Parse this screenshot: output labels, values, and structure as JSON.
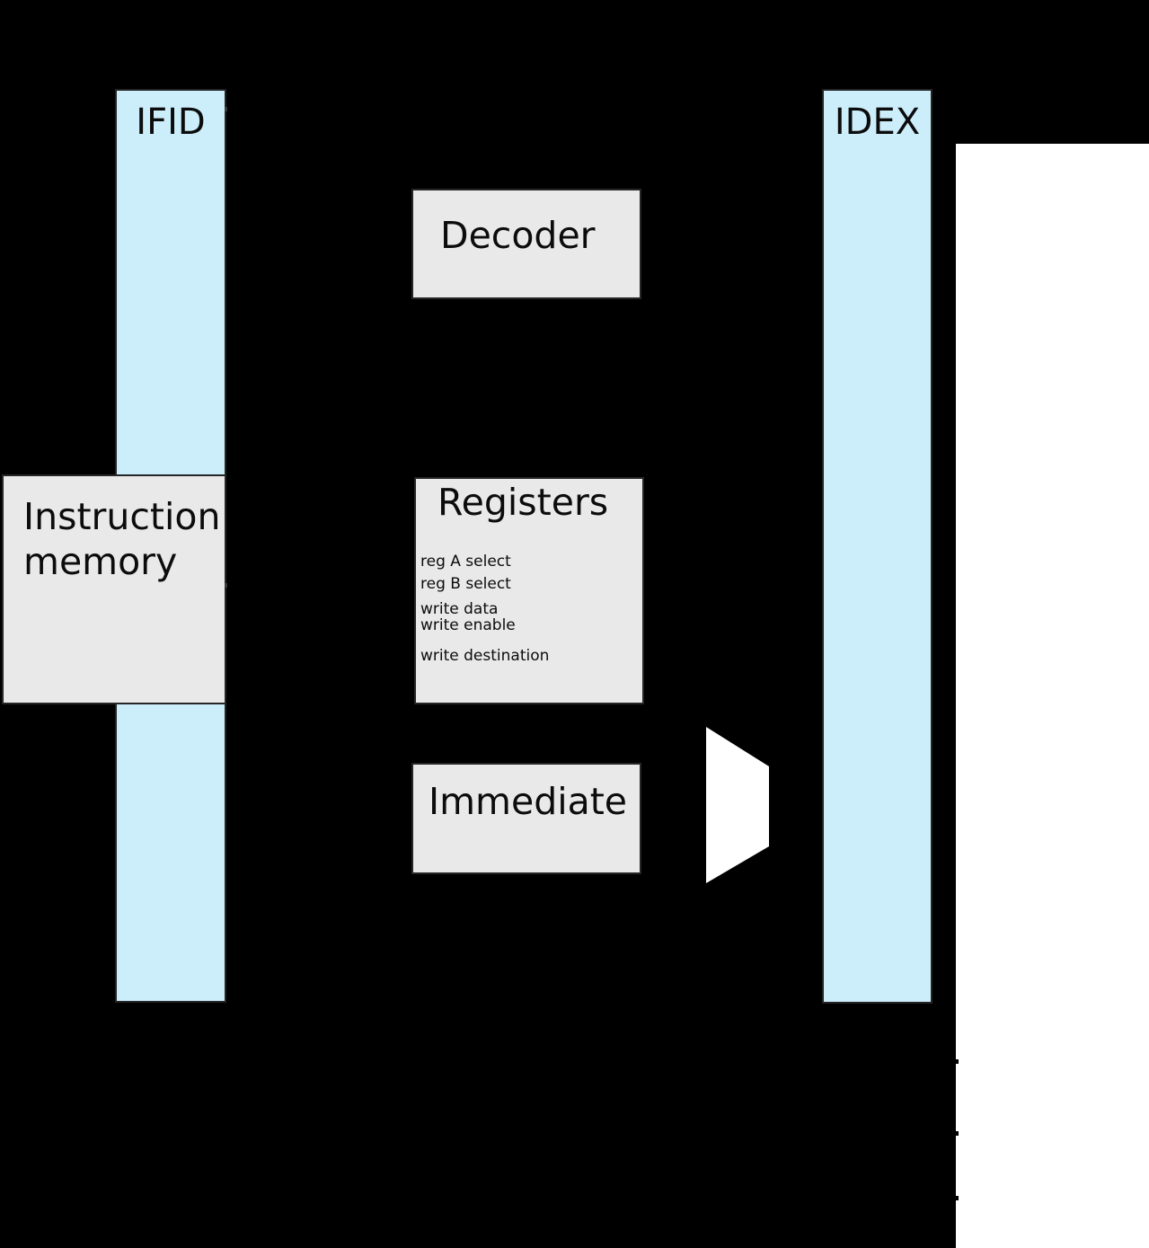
{
  "diagram": {
    "type": "cpu-pipeline-stage-diagram",
    "pipeline_registers": {
      "ifid": {
        "label": "IFID"
      },
      "idex": {
        "label": "IDEX"
      }
    },
    "blocks": {
      "instruction_memory": {
        "label_line1": "Instruction",
        "label_line2": "memory"
      },
      "decoder": {
        "label": "Decoder"
      },
      "registers": {
        "label": "Registers",
        "ports": [
          "reg A select",
          "reg B select",
          "write data",
          "write enable",
          "write destination"
        ]
      },
      "immediate": {
        "label": "Immediate"
      }
    },
    "shapes": {
      "mux": {
        "name": "multiplexer-trapezoid"
      },
      "white_panel": {
        "name": "cropped-white-area"
      }
    },
    "colors": {
      "background": "#000000",
      "pipeline_register_fill": "#cceefb",
      "block_fill": "#e9e9e9",
      "block_border": "#262626",
      "mux_fill": "#ffffff",
      "panel_fill": "#ffffff",
      "text": "#0c0c0c"
    }
  }
}
